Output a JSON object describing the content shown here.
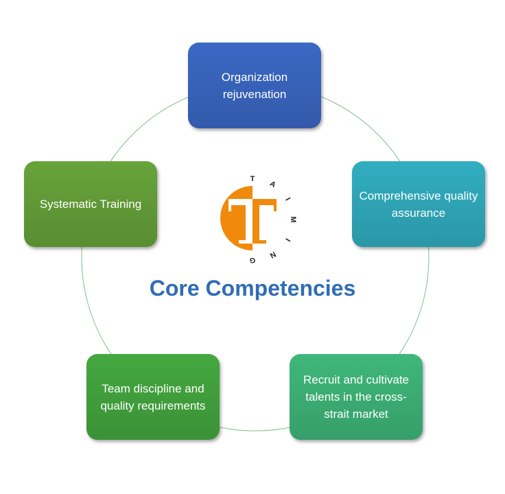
{
  "title": "Core Competencies",
  "logo": {
    "letter": "T",
    "arc_text": [
      "T",
      "A",
      "I",
      "M",
      "I",
      "N",
      "G"
    ],
    "color": "#f08a0c"
  },
  "nodes": [
    {
      "label": "Organization rejuvenation",
      "color": "#3b68c4"
    },
    {
      "label": "Comprehensive quality assurance",
      "color": "#31aec0"
    },
    {
      "label": "Recruit and cultivate talents in the cross-strait market",
      "color": "#3fb77a"
    },
    {
      "label": "Team discipline and quality requirements",
      "color": "#44a83f"
    },
    {
      "label": "Systematic Training",
      "color": "#67a33a"
    }
  ]
}
